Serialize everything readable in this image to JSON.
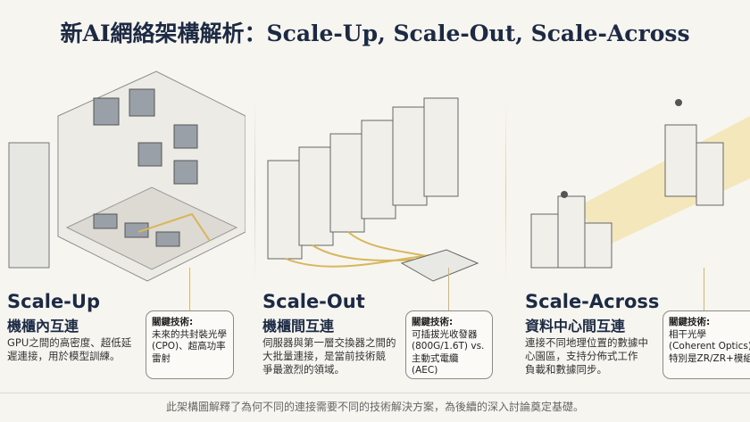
{
  "title": "新AI網絡架構解析：Scale-Up, Scale-Out, Scale-Across",
  "panels": [
    {
      "heading": "Scale-Up",
      "subheading": "機櫃內互連",
      "description": [
        "GPU之間的高密度、超低延",
        "遲連接，用於模型訓練。"
      ],
      "key_label": "關鍵技術:",
      "key_lines": [
        "未來的共封裝光學",
        "(CPO)、超高功率",
        "雷射"
      ]
    },
    {
      "heading": "Scale-Out",
      "subheading": "機櫃間互連",
      "description": [
        "伺服器與第一層交換器之間的",
        "大批量連接，是當前技術競",
        "爭最激烈的領域。"
      ],
      "key_label": "關鍵技術:",
      "key_lines": [
        "可插拔光收發器",
        "(800G/1.6T) vs.",
        "主動式電纜 (AEC)"
      ]
    },
    {
      "heading": "Scale-Across",
      "subheading": "資料中心間互連",
      "description": [
        "連接不同地理位置的數據中",
        "心園區，支持分佈式工作",
        "負載和數據同步。"
      ],
      "key_label": "關鍵技術:",
      "key_lines": [
        "相干光學",
        "(Coherent Optics)",
        "特別是ZR/ZR+模組"
      ]
    }
  ],
  "footer": "此架構圖解釋了為何不同的連接需要不同的技術解決方案，為後續的深入討論奠定基礎。",
  "colors": {
    "navy": "#1c2a44",
    "gold": "#d8b65a"
  }
}
